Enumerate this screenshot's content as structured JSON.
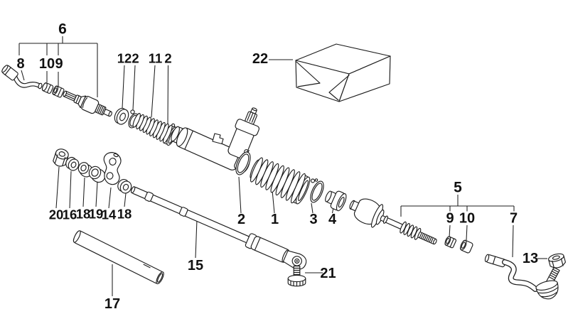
{
  "diagram": {
    "kind": "exploded-parts-diagram",
    "background": "#ffffff",
    "line_color": "#1c1c1c",
    "callouts": {
      "c6": "6",
      "c8": "8",
      "c10a": "10",
      "c9a": "9",
      "c12": "12",
      "c2a": "2",
      "c11": "11",
      "c2b": "2",
      "c22": "22",
      "c2c": "2",
      "c1": "1",
      "c3": "3",
      "c4": "4",
      "c5": "5",
      "c9b": "9",
      "c10b": "10",
      "c7": "7",
      "c13": "13",
      "c20": "20",
      "c16": "16",
      "c18a": "18",
      "c19": "19",
      "c14": "14",
      "c18b": "18",
      "c15": "15",
      "c17": "17",
      "c21": "21"
    }
  }
}
